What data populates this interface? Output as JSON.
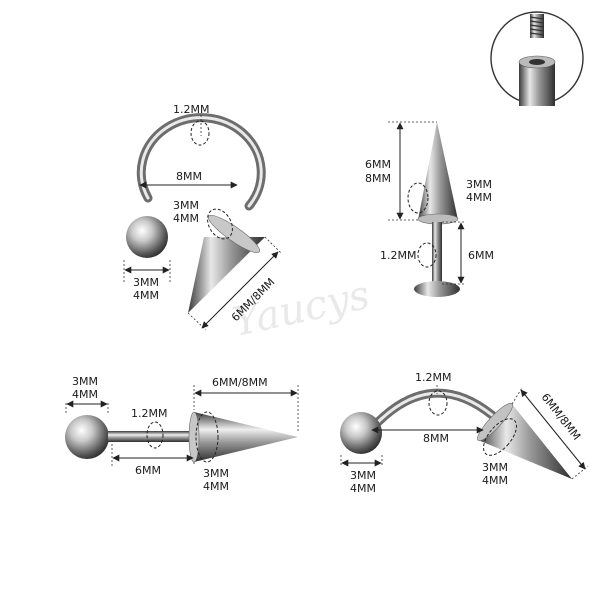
{
  "watermark": "Yaucys",
  "inset": {
    "label": "thread-detail"
  },
  "horseshoe": {
    "wire": "1.2MM",
    "inner_diameter": "8MM",
    "spike_base": [
      "3MM",
      "4MM"
    ],
    "ball": [
      "3MM",
      "4MM"
    ],
    "spike_length": "6MM/8MM"
  },
  "labret": {
    "spike_length": [
      "6MM",
      "8MM"
    ],
    "spike_base": [
      "3MM",
      "4MM"
    ],
    "wire": "1.2MM",
    "post_length": "6MM"
  },
  "barbell": {
    "ball": [
      "3MM",
      "4MM"
    ],
    "wire": "1.2MM",
    "bar_length": "6MM",
    "spike_length": "6MM/8MM",
    "spike_base": [
      "3MM",
      "4MM"
    ]
  },
  "curved": {
    "wire": "1.2MM",
    "bar_length": "8MM",
    "spike_length": "6MM/8MM",
    "ball": [
      "3MM",
      "4MM"
    ],
    "spike_base": [
      "3MM",
      "4MM"
    ]
  }
}
